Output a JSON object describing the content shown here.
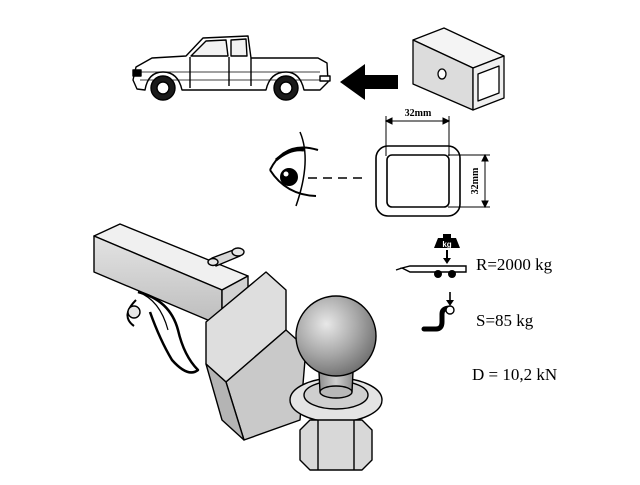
{
  "receiver": {
    "width_label": "32mm",
    "height_label": "32mm"
  },
  "ratings": {
    "trailer_mass_label": "R=2000 kg",
    "vertical_load_label": "S=85 kg",
    "d_value_label": "D = 10,2 kN",
    "weight_icon_label": "kg"
  },
  "icons": {
    "vehicle": "pickup-truck-icon",
    "direction": "arrow-left-icon",
    "tube": "receiver-tube-icon",
    "inspect": "eye-icon",
    "trailer": "trailer-weight-icon",
    "tongue": "tongue-load-icon",
    "hitch": "ball-mount-hitch-icon"
  }
}
